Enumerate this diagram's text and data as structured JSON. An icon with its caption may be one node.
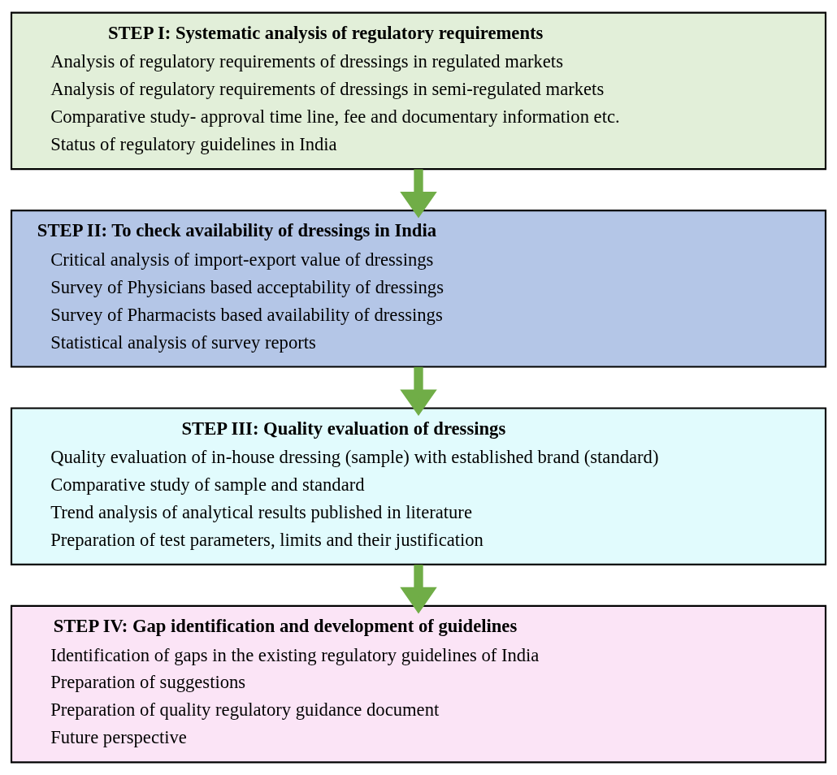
{
  "diagram": {
    "nodes": [
      {
        "text": [
          "STEP I: Systematic analysis of regulatory requirements",
          "Analysis of regulatory requirements of dressings in regulated markets",
          "Analysis of regulatory requirements of dressings in semi-regulated markets",
          "Comparative study- approval time line, fee and documentary information etc.",
          "Status of regulatory guidelines in India"
        ]
      },
      {
        "text": [
          "STEP II: To check availability of dressings in India",
          "Critical analysis of import-export value of dressings",
          "Survey of Physicians based acceptability of dressings",
          "Survey of Pharmacists based availability of dressings",
          "Statistical analysis of survey reports"
        ]
      },
      {
        "text": [
          "STEP III: Quality evaluation of dressings",
          "Quality evaluation of in-house dressing (sample) with established brand (standard)",
          "Comparative study of sample and standard",
          "Trend analysis of analytical results published in literature",
          "Preparation of test parameters, limits and their justification"
        ]
      },
      {
        "text": [
          "STEP IV: Gap identification and development of guidelines",
          "Identification of gaps in the existing regulatory guidelines of India",
          "Preparation of suggestions",
          "Preparation of quality regulatory guidance document",
          "Future perspective"
        ]
      }
    ],
    "edges": [
      {
        "from": 0,
        "to": 1,
        "arrow": "to"
      },
      {
        "from": 1,
        "to": 2,
        "arrow": "to"
      },
      {
        "from": 2,
        "to": 3,
        "arrow": "to"
      }
    ]
  }
}
